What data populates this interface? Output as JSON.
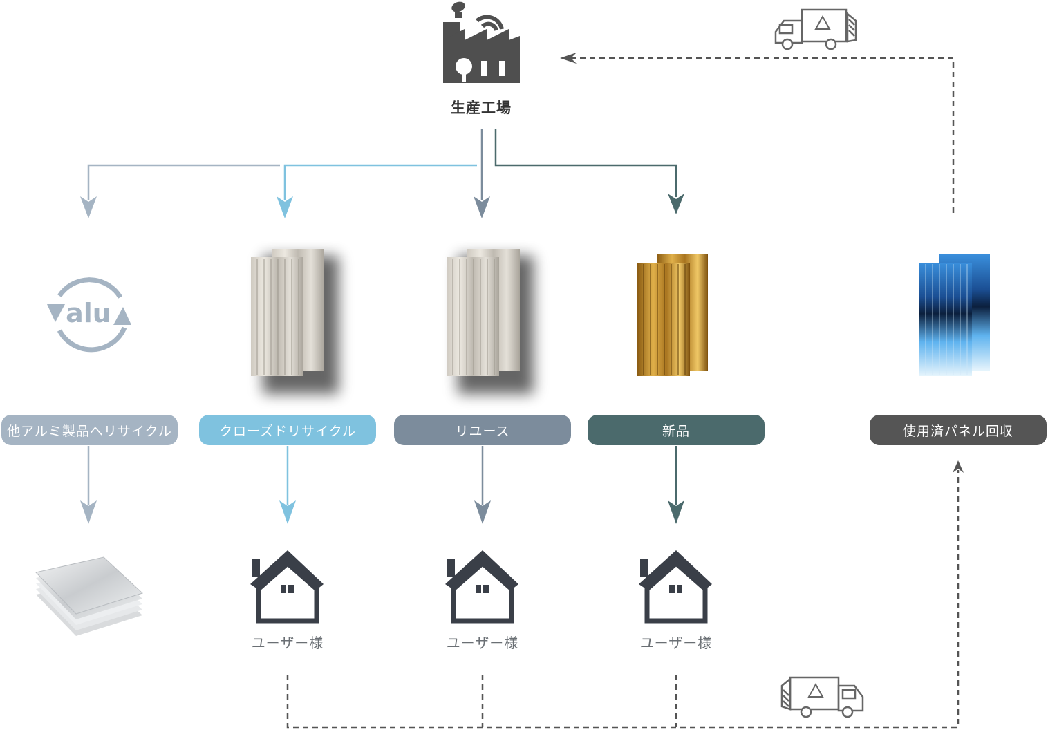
{
  "factory": {
    "label": "生産工場",
    "icon": "factory-icon"
  },
  "destinations": [
    {
      "id": "recycle-other",
      "label": "他アルミ製品へリサイクル",
      "color": "#a5b4c3",
      "icon": "alu-recycle-icon"
    },
    {
      "id": "closed-recycle",
      "label": "クローズドリサイクル",
      "color": "#7fc2df",
      "icon": "silver-panel-icon"
    },
    {
      "id": "reuse",
      "label": "リユース",
      "color": "#7c8c9c",
      "icon": "silver-panel-icon"
    },
    {
      "id": "new",
      "label": "新品",
      "color": "#4b6a6c",
      "icon": "gold-panel-icon"
    }
  ],
  "collection": {
    "label": "使用済パネル回収",
    "color": "#555555",
    "icon": "blue-panel-icon"
  },
  "alu_text": "alu",
  "users": [
    {
      "label": "ユーザー様"
    },
    {
      "label": "ユーザー様"
    },
    {
      "label": "ユーザー様"
    }
  ],
  "colors": {
    "dashed": "#555555",
    "house": "#3a3f48",
    "truck": "#666666"
  }
}
